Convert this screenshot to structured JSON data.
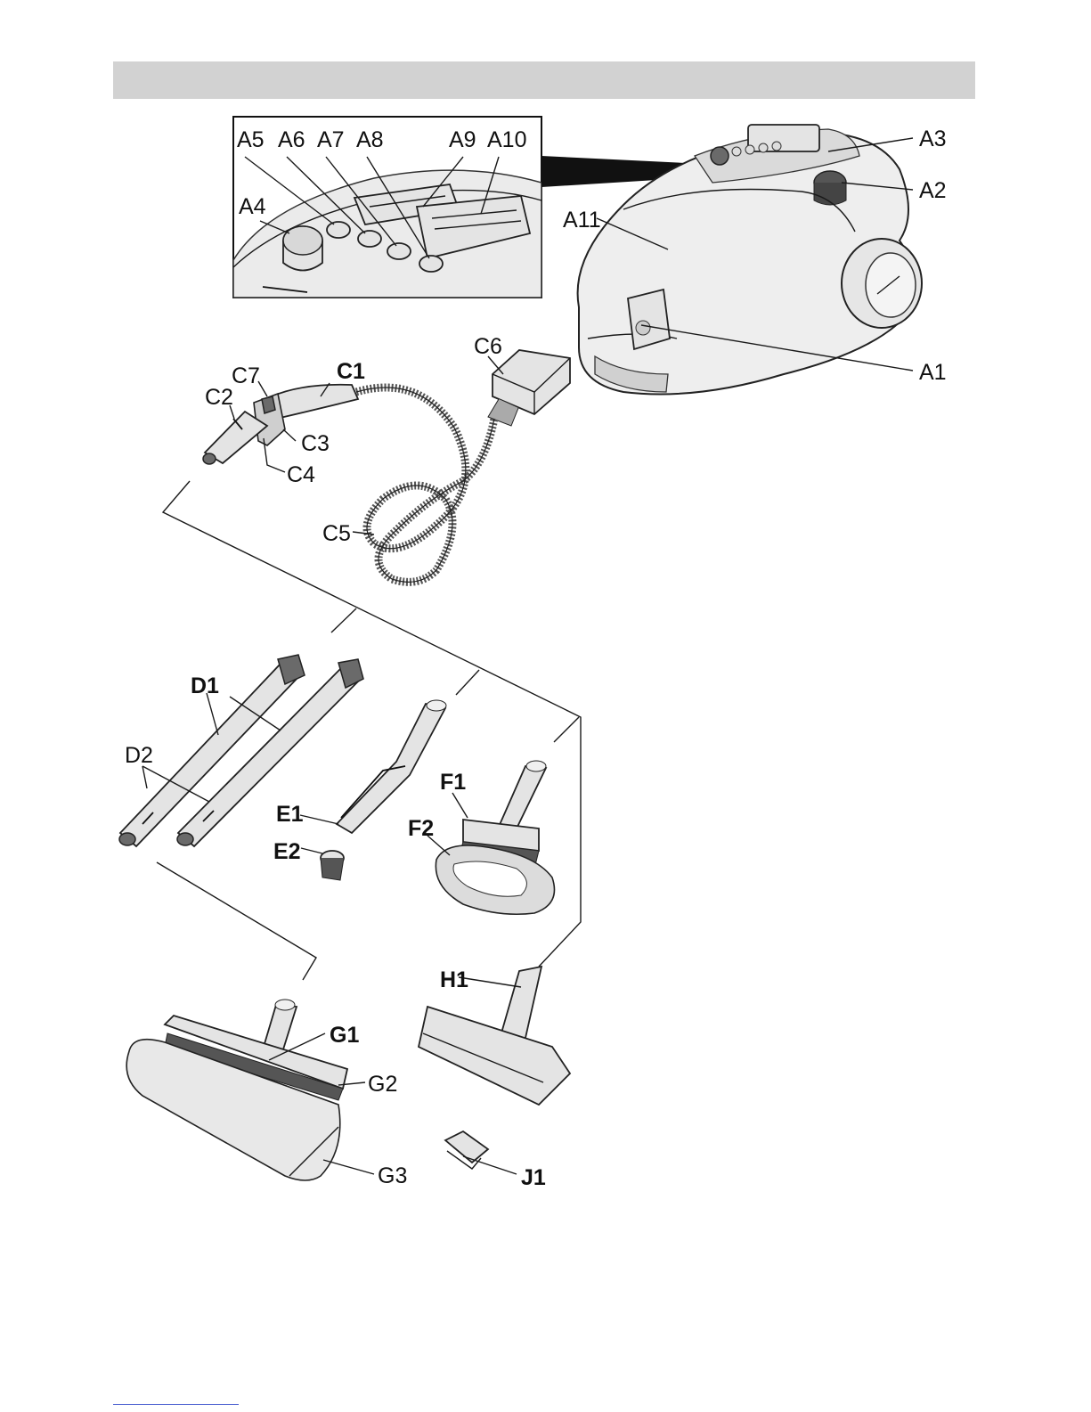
{
  "labels": {
    "A1": "A1",
    "A2": "A2",
    "A3": "A3",
    "A4": "A4",
    "A5": "A5",
    "A6": "A6",
    "A7": "A7",
    "A8": "A8",
    "A9": "A9",
    "A10": "A10",
    "A11": "A11",
    "C1": "C1",
    "C2": "C2",
    "C3": "C3",
    "C4": "C4",
    "C5": "C5",
    "C6": "C6",
    "C7": "C7",
    "D1": "D1",
    "D2": "D2",
    "E1": "E1",
    "E2": "E2",
    "F1": "F1",
    "F2": "F2",
    "G1": "G1",
    "G2": "G2",
    "G3": "G3",
    "H1": "H1",
    "J1": "J1"
  },
  "colors": {
    "header_bar": "#d2d2d2",
    "line": "#1a1a1a",
    "part_fill": "#e4e4e4",
    "footer_link": "#4a5fd0"
  }
}
